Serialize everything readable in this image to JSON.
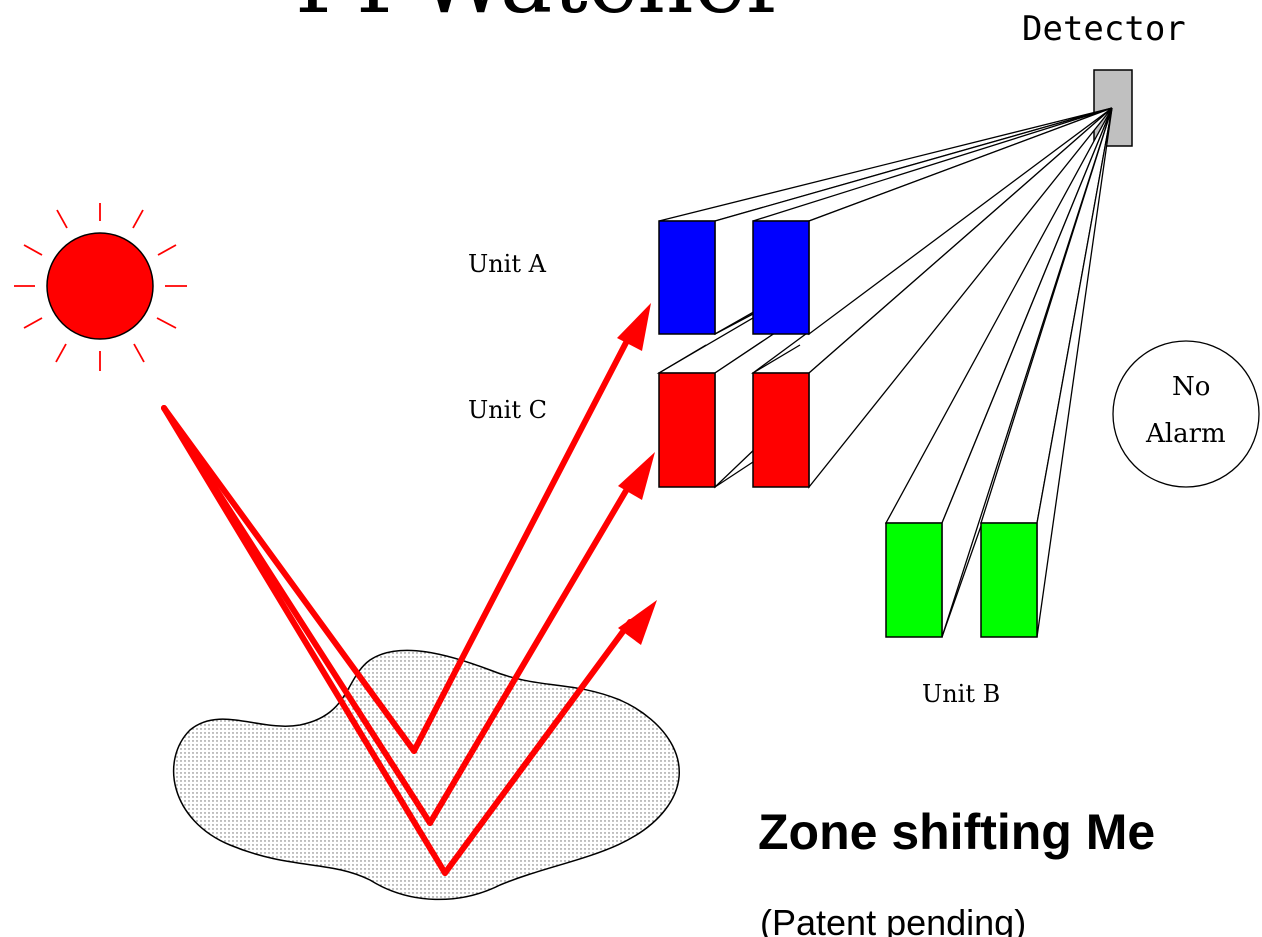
{
  "title": "FFWatcher",
  "labels": {
    "detector": "Detector",
    "unit_a": "Unit A",
    "unit_b": "Unit B",
    "unit_c": "Unit C",
    "alarm_line1": "No",
    "alarm_line2": "Alarm"
  },
  "caption": {
    "heading": "Zone shifting Me",
    "note": "(Patent pending)"
  },
  "colors": {
    "unit_a": "#0000ff",
    "unit_b": "#00ff00",
    "unit_c": "#ff0000",
    "sun": "#ff0000",
    "rays": "#ff0000",
    "detector": "#c0c0c0"
  },
  "icons": [
    "sun-icon",
    "detector-icon",
    "water-puddle"
  ]
}
